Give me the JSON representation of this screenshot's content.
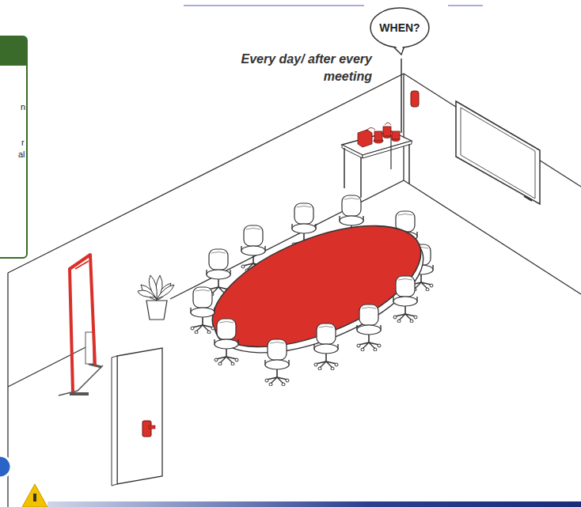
{
  "diagram": {
    "nodes": [
      {
        "text": [
          "n",
          "r",
          "al"
        ]
      },
      {
        "text": [
          "WHEN?"
        ]
      }
    ],
    "labels": [
      "Every day/ after every meeting"
    ]
  }
}
